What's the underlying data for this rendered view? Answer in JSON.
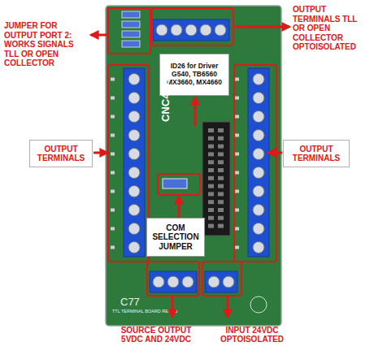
{
  "diagram": {
    "nodes": [
      {
        "text": [
          "JUMPER FOR OUTPUT PORT 2: WORKS SIGNALS TLL OR OPEN COLLECTOR"
        ]
      },
      {
        "text": [
          "OUTPUT TERMINALS TLL OR OPEN COLLECTOR OPTOISOLATED"
        ]
      },
      {
        "text": [
          "OUTPUT TERMINALS"
        ]
      },
      {
        "text": [
          "OUTPUT TERMINALS"
        ]
      },
      {
        "text": [
          "ID26 for Driver G540, TB6560 MX3660, MX4660"
        ]
      },
      {
        "text": [
          "COM SELECTION JUMPER"
        ]
      },
      {
        "text": [
          "SOURCE OUTPUT 5VDC AND 24VDC"
        ]
      },
      {
        "text": [
          "INPUT 24VDC OPTOISOLATED"
        ]
      }
    ],
    "labels": [
      "CNC4PC",
      "C77",
      "TTL TERMINAL BOARD REV1.3"
    ]
  }
}
